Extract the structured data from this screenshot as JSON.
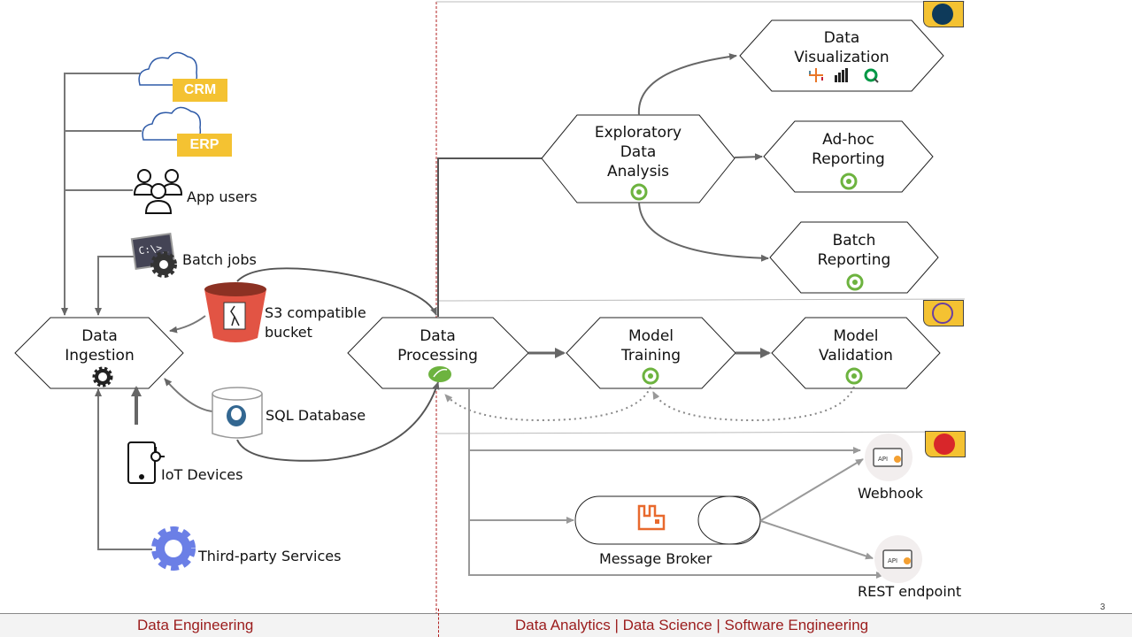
{
  "sources": {
    "crm": "CRM",
    "erp": "ERP",
    "app_users": "App users",
    "batch_jobs": "Batch jobs",
    "s3": [
      "S3 compatible",
      "bucket"
    ],
    "sql": "SQL Database",
    "iot": "IoT Devices",
    "third_party": "Third-party Services"
  },
  "nodes": {
    "ingestion": [
      "Data",
      "Ingestion"
    ],
    "processing": [
      "Data",
      "Processing"
    ],
    "eda": [
      "Exploratory",
      "Data",
      "Analysis"
    ],
    "visualization": [
      "Data",
      "Visualization"
    ],
    "adhoc": [
      "Ad-hoc",
      "Reporting"
    ],
    "batch_reporting": [
      "Batch",
      "Reporting"
    ],
    "training": [
      "Model",
      "Training"
    ],
    "validation": [
      "Model",
      "Validation"
    ]
  },
  "outputs": {
    "broker": "Message Broker",
    "webhook": "Webhook",
    "rest": "REST endpoint"
  },
  "footer": {
    "left": "Data Engineering",
    "right": "Data Analytics | Data Science | Software Engineering"
  },
  "page_number": "3",
  "colors": {
    "accent_yellow": "#f4c232",
    "footer_text": "#9b1c1c",
    "divider": "#b22222",
    "spring_green": "#6db33f"
  }
}
